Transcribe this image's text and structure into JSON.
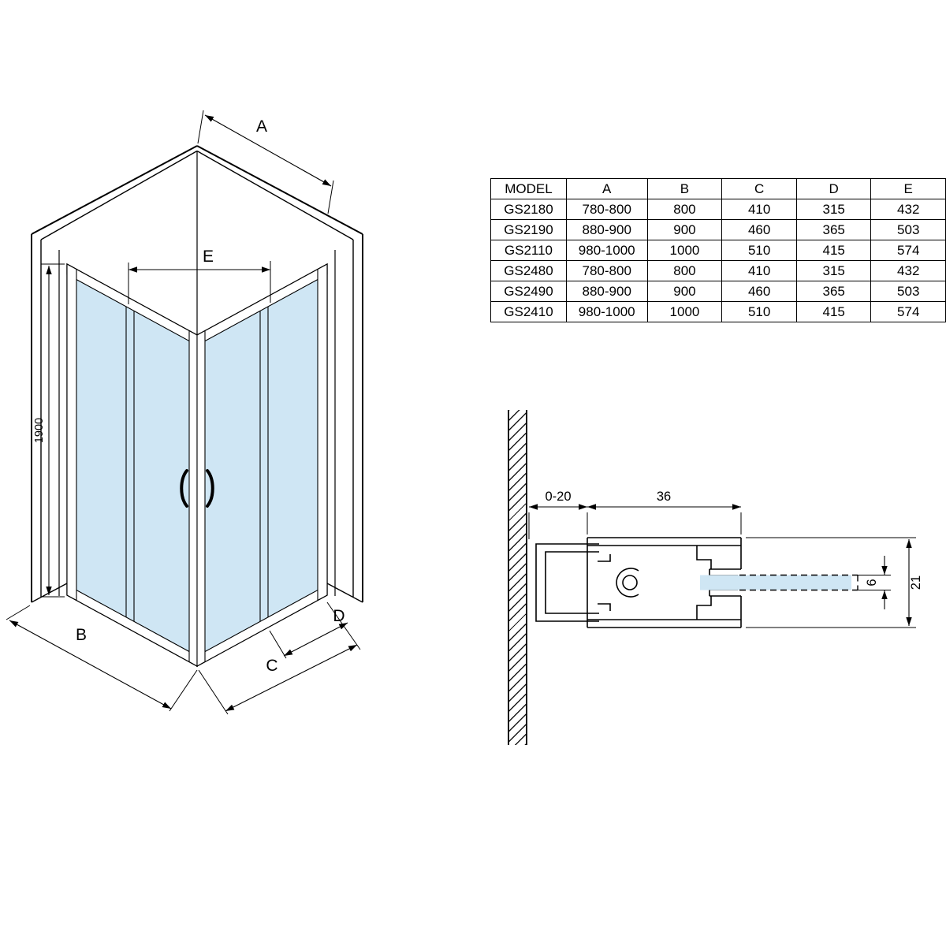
{
  "drawing": {
    "labels": {
      "A": "A",
      "B": "B",
      "C": "C",
      "D": "D",
      "E": "E",
      "height": "1900"
    },
    "section": {
      "wall_gap": "0-20",
      "profile_width": "36",
      "glass_thickness": "6",
      "profile_depth": "21"
    },
    "colors": {
      "glass": "#cfe6f4",
      "line": "#000000"
    }
  },
  "table": {
    "headers": [
      "MODEL",
      "A",
      "B",
      "C",
      "D",
      "E"
    ],
    "rows": [
      [
        "GS2180",
        "780-800",
        "800",
        "410",
        "315",
        "432"
      ],
      [
        "GS2190",
        "880-900",
        "900",
        "460",
        "365",
        "503"
      ],
      [
        "GS2110",
        "980-1000",
        "1000",
        "510",
        "415",
        "574"
      ],
      [
        "GS2480",
        "780-800",
        "800",
        "410",
        "315",
        "432"
      ],
      [
        "GS2490",
        "880-900",
        "900",
        "460",
        "365",
        "503"
      ],
      [
        "GS2410",
        "980-1000",
        "1000",
        "510",
        "415",
        "574"
      ]
    ]
  }
}
